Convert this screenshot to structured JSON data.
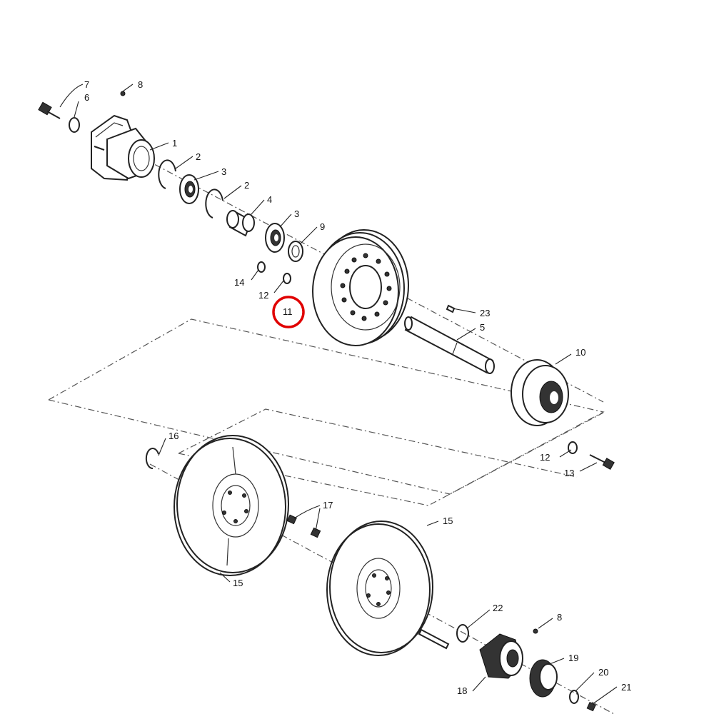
{
  "diagram": {
    "highlight_callout": "11",
    "callouts": [
      {
        "id": "c7",
        "text": "7"
      },
      {
        "id": "c6",
        "text": "6"
      },
      {
        "id": "c8a",
        "text": "8"
      },
      {
        "id": "c1",
        "text": "1"
      },
      {
        "id": "c2a",
        "text": "2"
      },
      {
        "id": "c3a",
        "text": "3"
      },
      {
        "id": "c2b",
        "text": "2"
      },
      {
        "id": "c4",
        "text": "4"
      },
      {
        "id": "c3b",
        "text": "3"
      },
      {
        "id": "c9",
        "text": "9"
      },
      {
        "id": "c14",
        "text": "14"
      },
      {
        "id": "c12a",
        "text": "12"
      },
      {
        "id": "c11",
        "text": "11"
      },
      {
        "id": "c23",
        "text": "23"
      },
      {
        "id": "c5",
        "text": "5"
      },
      {
        "id": "c10",
        "text": "10"
      },
      {
        "id": "c16",
        "text": "16"
      },
      {
        "id": "c12b",
        "text": "12"
      },
      {
        "id": "c13",
        "text": "13"
      },
      {
        "id": "c17",
        "text": "17"
      },
      {
        "id": "c15a",
        "text": "15"
      },
      {
        "id": "c15b",
        "text": "15"
      },
      {
        "id": "c22",
        "text": "22"
      },
      {
        "id": "c8b",
        "text": "8"
      },
      {
        "id": "c19",
        "text": "19"
      },
      {
        "id": "c20",
        "text": "20"
      },
      {
        "id": "c18",
        "text": "18"
      },
      {
        "id": "c21",
        "text": "21"
      }
    ]
  }
}
